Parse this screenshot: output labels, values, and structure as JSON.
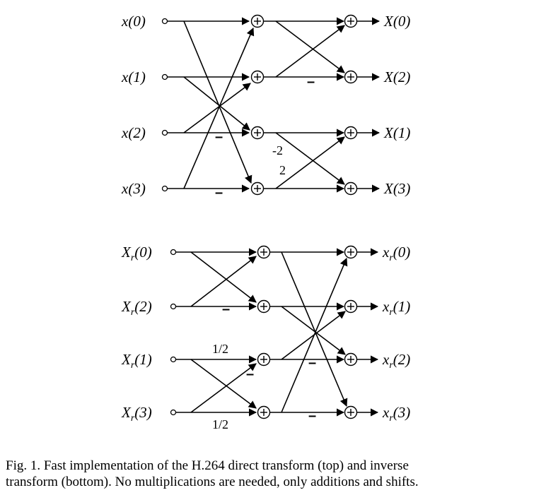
{
  "top_transform": {
    "inputs": [
      {
        "name": "x",
        "arg": "(0)"
      },
      {
        "name": "x",
        "arg": "(1)"
      },
      {
        "name": "x",
        "arg": "(2)"
      },
      {
        "name": "x",
        "arg": "(3)"
      }
    ],
    "outputs": [
      {
        "name": "X",
        "arg": "(0)"
      },
      {
        "name": "X",
        "arg": "(2)"
      },
      {
        "name": "X",
        "arg": "(1)"
      },
      {
        "name": "X",
        "arg": "(3)"
      }
    ],
    "coefficients": {
      "neg_two": "-2",
      "two": "2"
    },
    "minus_sign": "–"
  },
  "bottom_transform": {
    "inputs": [
      {
        "name": "X",
        "sub": "r",
        "arg": "(0)"
      },
      {
        "name": "X",
        "sub": "r",
        "arg": "(2)"
      },
      {
        "name": "X",
        "sub": "r",
        "arg": "(1)"
      },
      {
        "name": "X",
        "sub": "r",
        "arg": "(3)"
      }
    ],
    "outputs": [
      {
        "name": "x",
        "sub": "r",
        "arg": "(0)"
      },
      {
        "name": "x",
        "sub": "r",
        "arg": "(1)"
      },
      {
        "name": "x",
        "sub": "r",
        "arg": "(2)"
      },
      {
        "name": "x",
        "sub": "r",
        "arg": "(3)"
      }
    ],
    "coefficients": {
      "half_top": "1/2",
      "half_bottom": "1/2"
    },
    "minus_sign": "–"
  },
  "adder_symbol": "+",
  "caption": {
    "line1": "Fig. 1.    Fast implementation of the H.264 direct transform (top) and inverse",
    "line2": "transform (bottom). No multiplications are needed, only additions and shifts."
  }
}
